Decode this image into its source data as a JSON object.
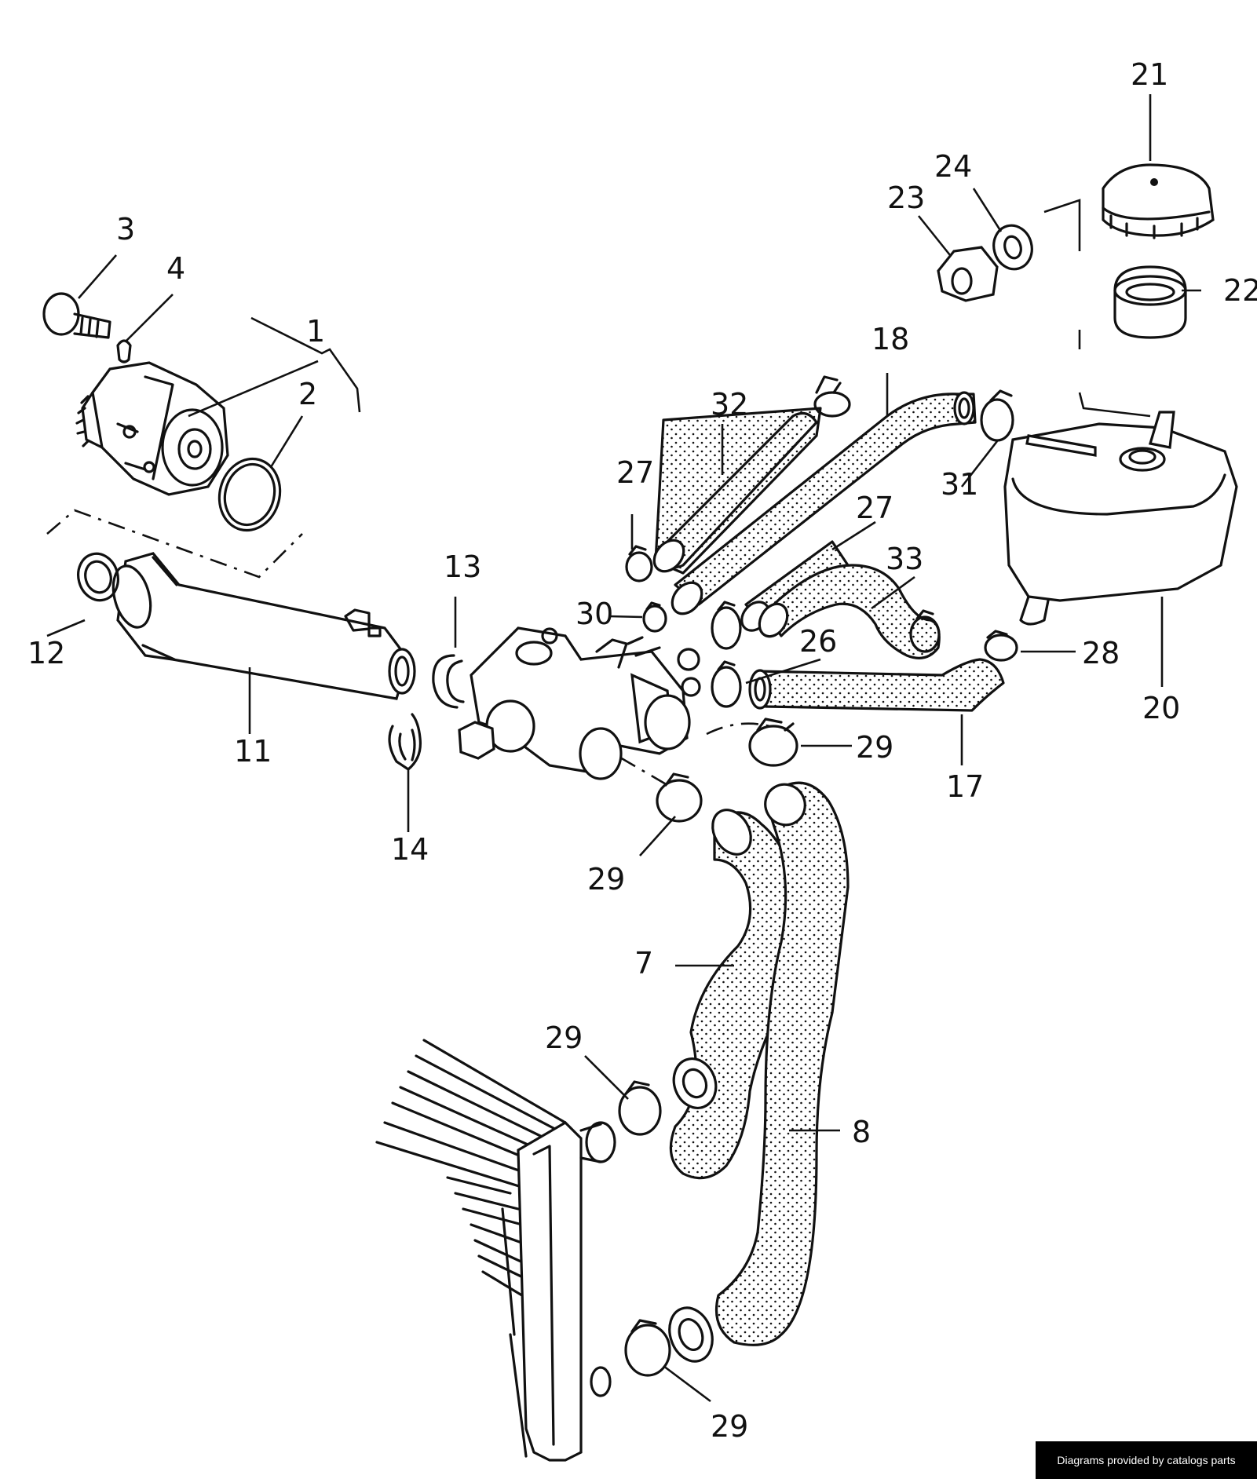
{
  "callouts": {
    "c1": "1",
    "c2": "2",
    "c3": "3",
    "c4": "4",
    "c7": "7",
    "c8": "8",
    "c11": "11",
    "c12": "12",
    "c13": "13",
    "c14": "14",
    "c17": "17",
    "c18": "18",
    "c20": "20",
    "c21": "21",
    "c22": "22",
    "c23": "23",
    "c24": "24",
    "c26": "26",
    "c27a": "27",
    "c27b": "27",
    "c28": "28",
    "c29a": "29",
    "c29b": "29",
    "c29c": "29",
    "c29d": "29",
    "c30": "30",
    "c31": "31",
    "c32": "32",
    "c33": "33"
  },
  "footer": {
    "credit": "Diagrams provided by catalogs parts"
  }
}
